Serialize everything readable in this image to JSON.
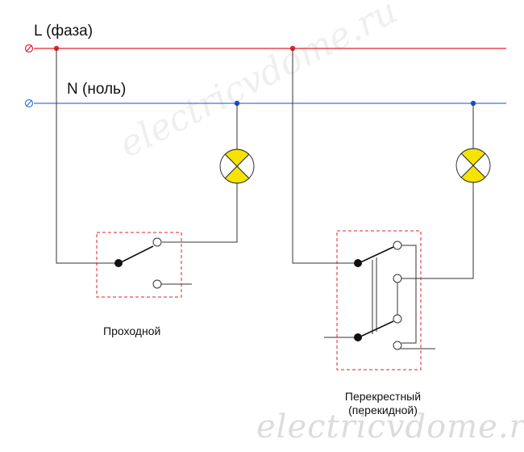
{
  "lines": {
    "phase_label": "L (фаза)",
    "neutral_label": "N (ноль)"
  },
  "switches": {
    "pass_through_label": "Проходной",
    "cross_label_line1": "Перекрестный",
    "cross_label_line2": "(перекидной)"
  },
  "watermark": {
    "bottom": "electricvdome.ru",
    "diagonal": "electricvdome.ru"
  },
  "colors": {
    "phase": "#e8202a",
    "neutral": "#3a78e0",
    "wire": "#333333",
    "lamp": "#f5e400",
    "switch_box": "#e0202a"
  },
  "icons": [
    "terminal-icon",
    "lamp-icon",
    "switch-icon"
  ]
}
